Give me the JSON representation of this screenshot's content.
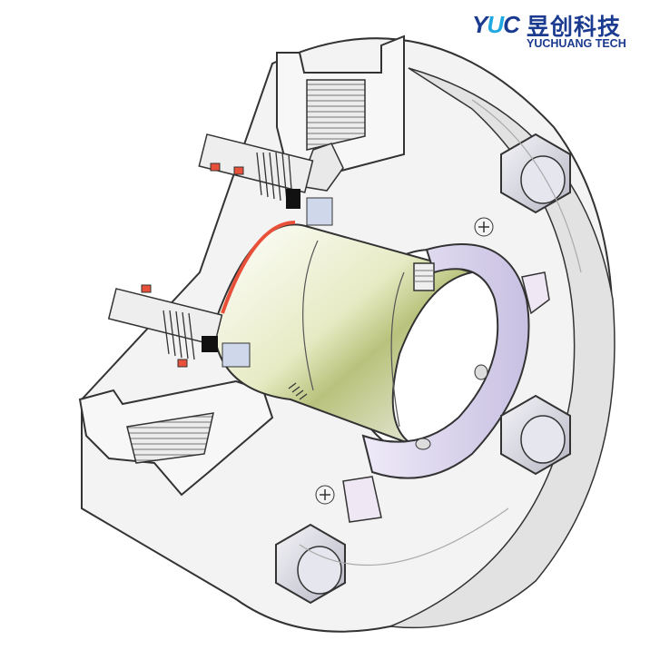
{
  "logo": {
    "mark": "YUC",
    "name_cn": "昱创科技",
    "name_en": "YUCHUANG TECH"
  },
  "colors": {
    "brand_blue": "#1a3b8f",
    "brand_cyan": "#20a9e0",
    "outline": "#333333",
    "body_fill": "#f2f2f2",
    "seal_red": "#e8503a",
    "ring_lavender": "#d9d3ee",
    "sleeve_olive": "#c9cf93"
  }
}
